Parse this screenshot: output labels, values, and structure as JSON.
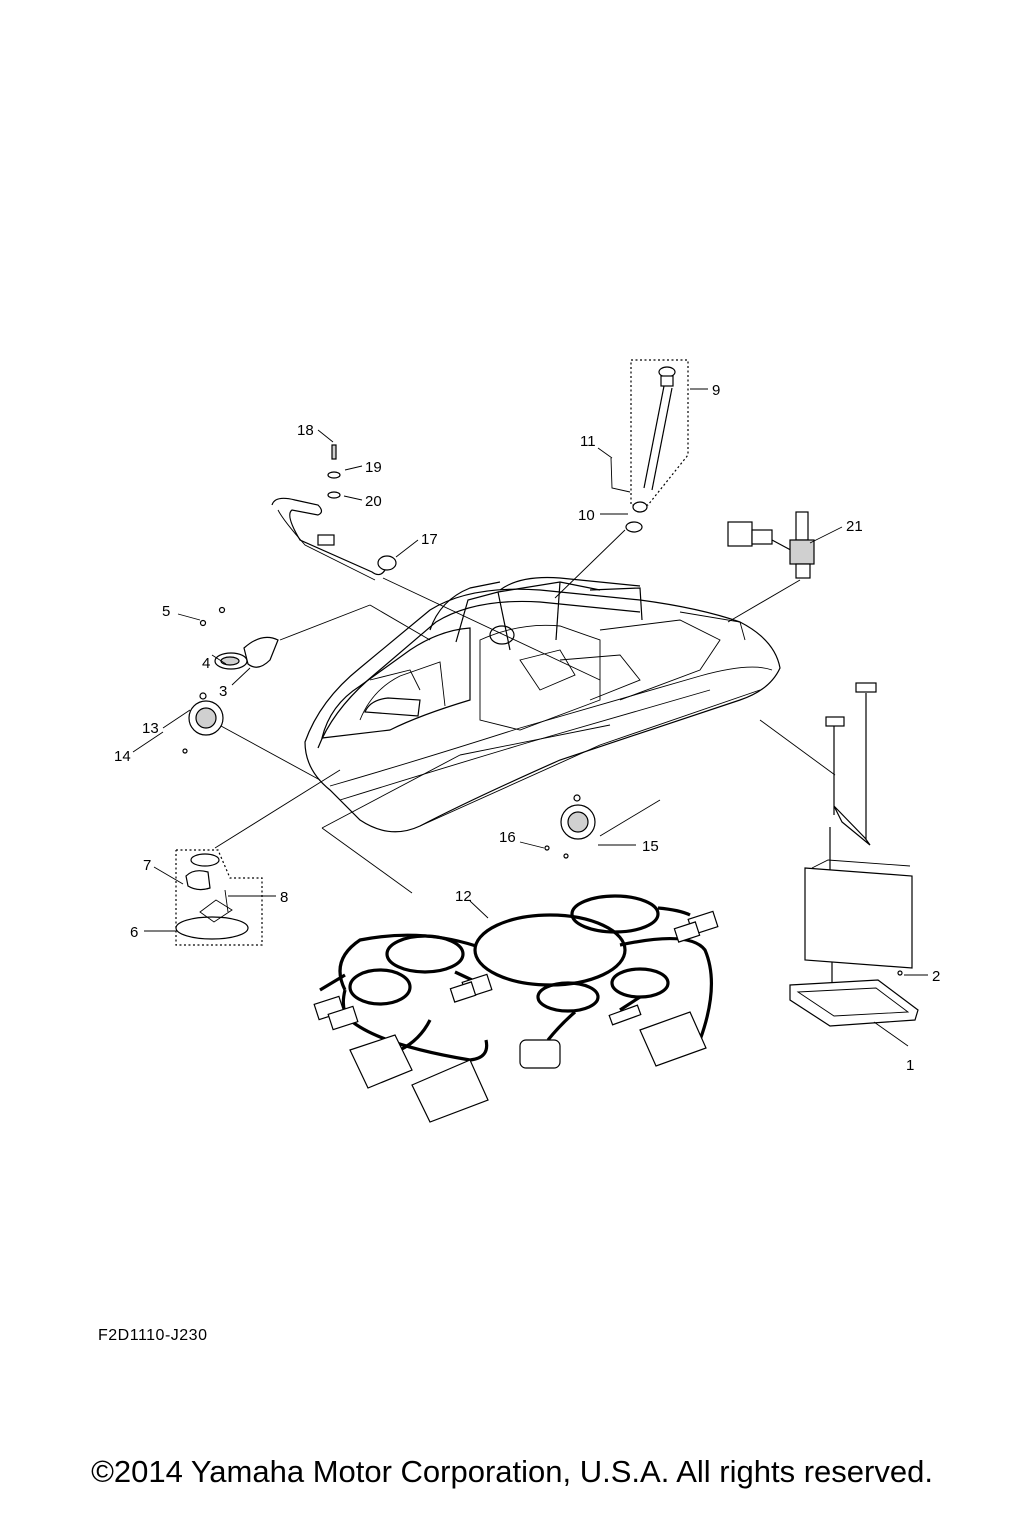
{
  "diagram": {
    "callouts": [
      {
        "id": "1",
        "label": "1"
      },
      {
        "id": "2",
        "label": "2"
      },
      {
        "id": "3",
        "label": "3"
      },
      {
        "id": "4",
        "label": "4"
      },
      {
        "id": "5",
        "label": "5"
      },
      {
        "id": "6",
        "label": "6"
      },
      {
        "id": "7",
        "label": "7"
      },
      {
        "id": "8",
        "label": "8"
      },
      {
        "id": "9",
        "label": "9"
      },
      {
        "id": "10",
        "label": "10"
      },
      {
        "id": "11",
        "label": "11"
      },
      {
        "id": "12",
        "label": "12"
      },
      {
        "id": "13",
        "label": "13"
      },
      {
        "id": "14",
        "label": "14"
      },
      {
        "id": "15",
        "label": "15"
      },
      {
        "id": "16",
        "label": "16"
      },
      {
        "id": "17",
        "label": "17"
      },
      {
        "id": "18",
        "label": "18"
      },
      {
        "id": "19",
        "label": "19"
      },
      {
        "id": "20",
        "label": "20"
      },
      {
        "id": "21",
        "label": "21"
      }
    ]
  },
  "diagram_code": "F2D1110-J230",
  "footer": {
    "copyright": "©2014 Yamaha Motor Corporation, U.S.A. All rights reserved."
  }
}
